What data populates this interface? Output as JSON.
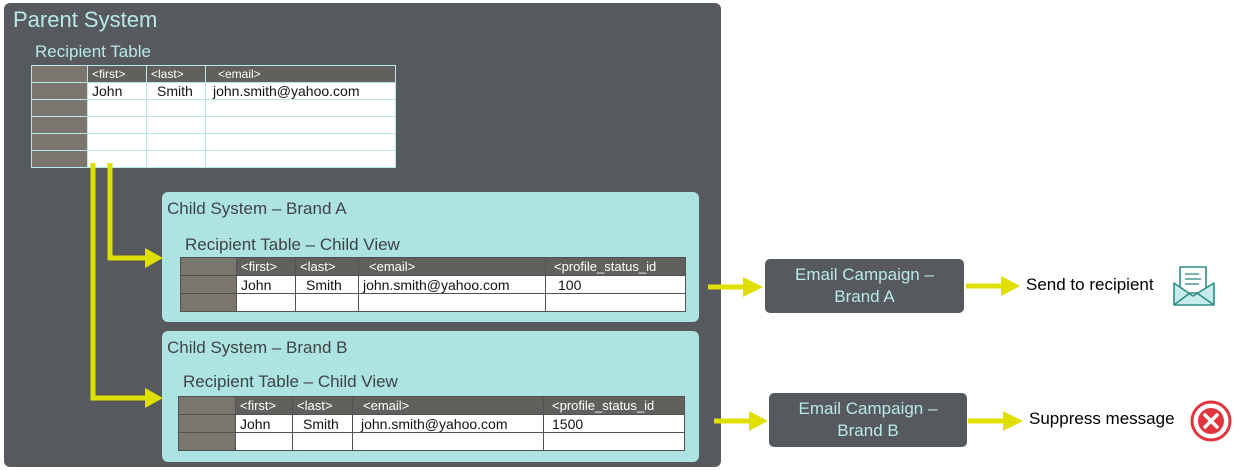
{
  "parent": {
    "title": "Parent System",
    "table_title": "Recipient Table",
    "columns": [
      "<first>",
      "<last>",
      "<email>"
    ],
    "rows": [
      [
        "John",
        "Smith",
        "john.smith@yahoo.com"
      ],
      [
        "",
        "",
        ""
      ],
      [
        "",
        "",
        ""
      ],
      [
        "",
        "",
        ""
      ],
      [
        "",
        "",
        ""
      ]
    ]
  },
  "children": [
    {
      "title": "Child System – Brand A",
      "table_title": "Recipient Table – Child View",
      "columns": [
        "<first>",
        "<last>",
        "<email>",
        "<profile_status_id"
      ],
      "rows": [
        [
          "John",
          "Smith",
          "john.smith@yahoo.com",
          "100"
        ],
        [
          "",
          "",
          "",
          ""
        ]
      ]
    },
    {
      "title": "Child System – Brand B",
      "table_title": "Recipient Table – Child View",
      "columns": [
        "<first>",
        "<last>",
        "<email>",
        "<profile_status_id"
      ],
      "rows": [
        [
          "John",
          "Smith",
          "john.smith@yahoo.com",
          "1500"
        ],
        [
          "",
          "",
          "",
          ""
        ]
      ]
    }
  ],
  "campaigns": [
    {
      "line1": "Email Campaign –",
      "line2": "Brand A",
      "result": "Send to recipient",
      "icon": "envelope-icon"
    },
    {
      "line1": "Email Campaign –",
      "line2": "Brand B",
      "result": "Suppress message",
      "icon": "x-circle-icon"
    }
  ],
  "colors": {
    "parent_bg": "#565a5e",
    "child_bg": "#ade3e1",
    "arrow": "#dfe000",
    "suppress_icon": "#e0353f",
    "header_cell": "#62605c",
    "row_header": "#7a756d"
  }
}
